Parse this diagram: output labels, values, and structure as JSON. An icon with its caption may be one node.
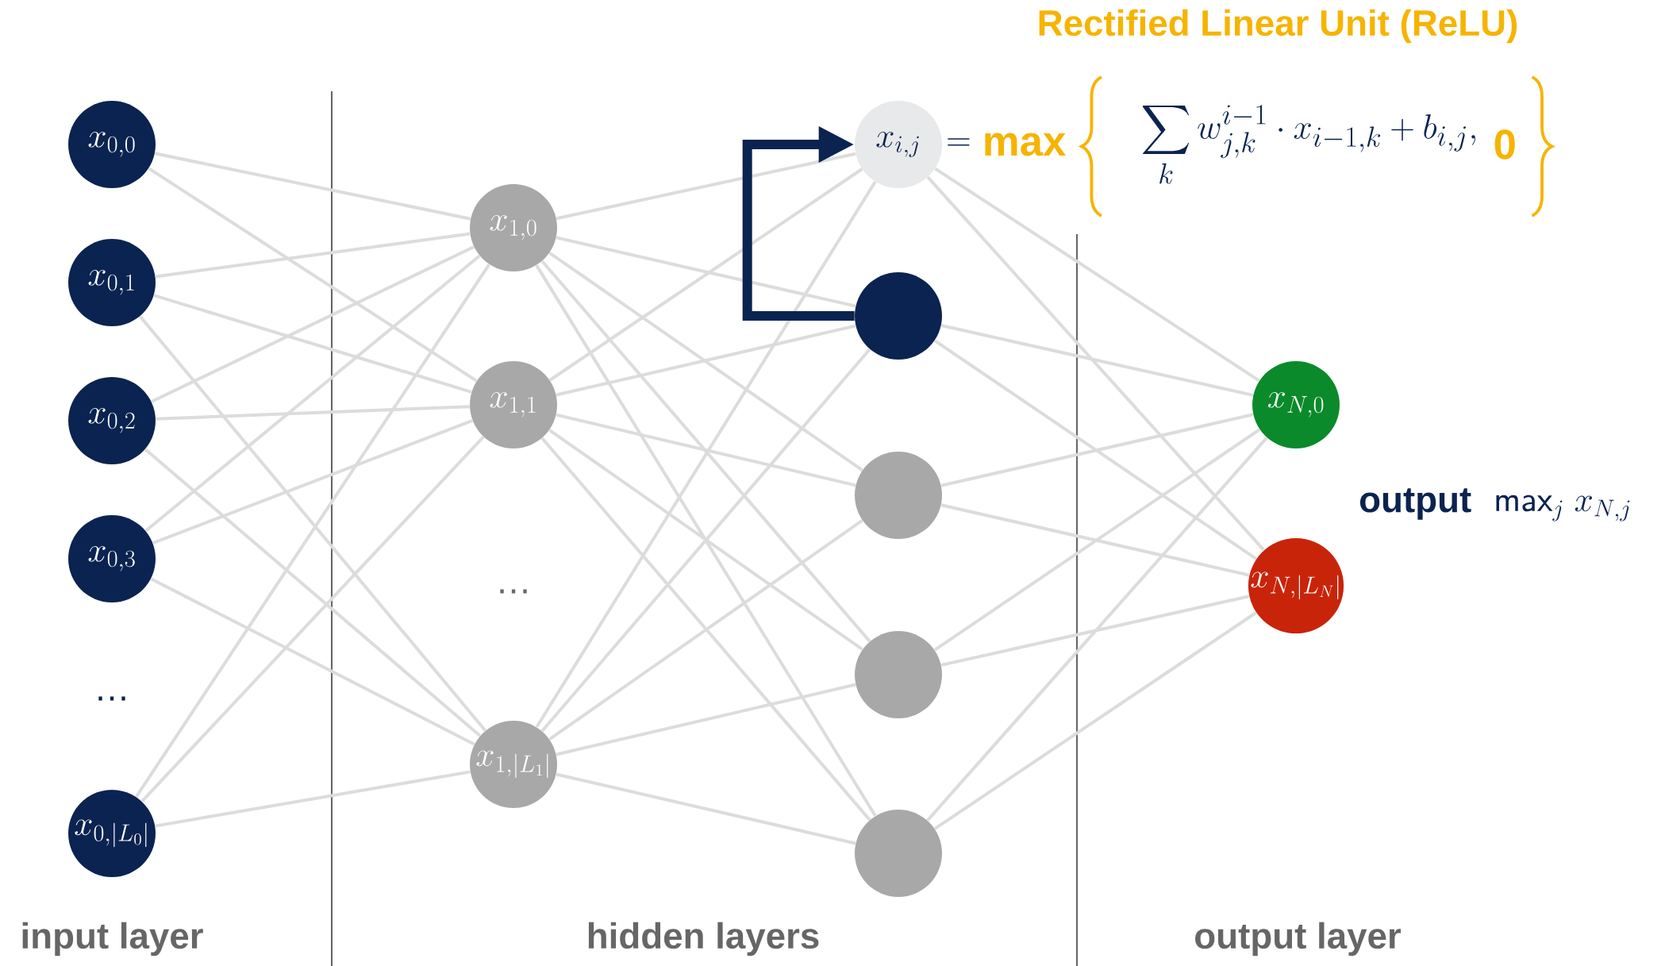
{
  "diagram": {
    "nodes": [
      {
        "text": [
          "x_{0,0}"
        ]
      },
      {
        "text": [
          "x_{0,1}"
        ]
      },
      {
        "text": [
          "x_{0,2}"
        ]
      },
      {
        "text": [
          "x_{0,3}"
        ]
      },
      {
        "text": [
          "x_{0,|L_0|}"
        ]
      },
      {
        "text": [
          "x_{1,0}"
        ]
      },
      {
        "text": [
          "x_{1,1}"
        ]
      },
      {
        "text": [
          "x_{1,|L_1|}"
        ]
      },
      {
        "text": [
          "x_{i,j}"
        ],
        "beside": [
          "=",
          "\\mathbf{max}",
          "\\sum_k w^{i-1}_{j,k}\\cdot x_{i-1,k}+b_{i,j},",
          "\\mathbf{0}"
        ]
      },
      {
        "text": [],
        "shape": "circle"
      },
      {
        "text": [],
        "shape": "circle"
      },
      {
        "text": [],
        "shape": "circle"
      },
      {
        "text": [],
        "shape": "circle"
      },
      {
        "text": [
          "x_{N,0}"
        ]
      },
      {
        "text": [
          "x_{N,|L_N|}"
        ]
      }
    ],
    "edges": [
      {
        "from": 0,
        "to": 5,
        "arrow": "none"
      },
      {
        "from": 0,
        "to": 6,
        "arrow": "none"
      },
      {
        "from": 1,
        "to": 5,
        "arrow": "none"
      },
      {
        "from": 1,
        "to": 6,
        "arrow": "none"
      },
      {
        "from": 1,
        "to": 7,
        "arrow": "none"
      },
      {
        "from": 2,
        "to": 5,
        "arrow": "none"
      },
      {
        "from": 2,
        "to": 6,
        "arrow": "none"
      },
      {
        "from": 2,
        "to": 7,
        "arrow": "none"
      },
      {
        "from": 3,
        "to": 5,
        "arrow": "none"
      },
      {
        "from": 3,
        "to": 6,
        "arrow": "none"
      },
      {
        "from": 3,
        "to": 7,
        "arrow": "none"
      },
      {
        "from": 4,
        "to": 5,
        "arrow": "none"
      },
      {
        "from": 4,
        "to": 6,
        "arrow": "none"
      },
      {
        "from": 4,
        "to": 7,
        "arrow": "none"
      },
      {
        "from": 5,
        "to": 8,
        "arrow": "none"
      },
      {
        "from": 5,
        "to": 9,
        "arrow": "none"
      },
      {
        "from": 5,
        "to": 10,
        "arrow": "none"
      },
      {
        "from": 5,
        "to": 11,
        "arrow": "none"
      },
      {
        "from": 5,
        "to": 12,
        "arrow": "none"
      },
      {
        "from": 6,
        "to": 8,
        "arrow": "none"
      },
      {
        "from": 6,
        "to": 9,
        "arrow": "none"
      },
      {
        "from": 6,
        "to": 10,
        "arrow": "none"
      },
      {
        "from": 6,
        "to": 11,
        "arrow": "none"
      },
      {
        "from": 6,
        "to": 12,
        "arrow": "none"
      },
      {
        "from": 7,
        "to": 8,
        "arrow": "none"
      },
      {
        "from": 7,
        "to": 9,
        "arrow": "none"
      },
      {
        "from": 7,
        "to": 10,
        "arrow": "none"
      },
      {
        "from": 7,
        "to": 11,
        "arrow": "none"
      },
      {
        "from": 7,
        "to": 12,
        "arrow": "none"
      },
      {
        "from": 8,
        "to": 13,
        "arrow": "none"
      },
      {
        "from": 8,
        "to": 14,
        "arrow": "none"
      },
      {
        "from": 9,
        "to": 13,
        "arrow": "none"
      },
      {
        "from": 9,
        "to": 14,
        "arrow": "none"
      },
      {
        "from": 10,
        "to": 13,
        "arrow": "none"
      },
      {
        "from": 10,
        "to": 14,
        "arrow": "none"
      },
      {
        "from": 11,
        "to": 13,
        "arrow": "none"
      },
      {
        "from": 11,
        "to": 14,
        "arrow": "none"
      },
      {
        "from": 12,
        "to": 13,
        "arrow": "none"
      },
      {
        "from": 12,
        "to": 14,
        "arrow": "none"
      },
      {
        "from": 9,
        "to": 8,
        "arrow": "to",
        "style": "thick",
        "color": "#0b2350"
      }
    ],
    "labels": [
      "Rectified Linear Unit (ReLU)",
      "…",
      "…",
      "output",
      "\\mathsf{max}_j\\; x_{N,j}",
      "input layer",
      "hidden layers",
      "output layer"
    ]
  }
}
